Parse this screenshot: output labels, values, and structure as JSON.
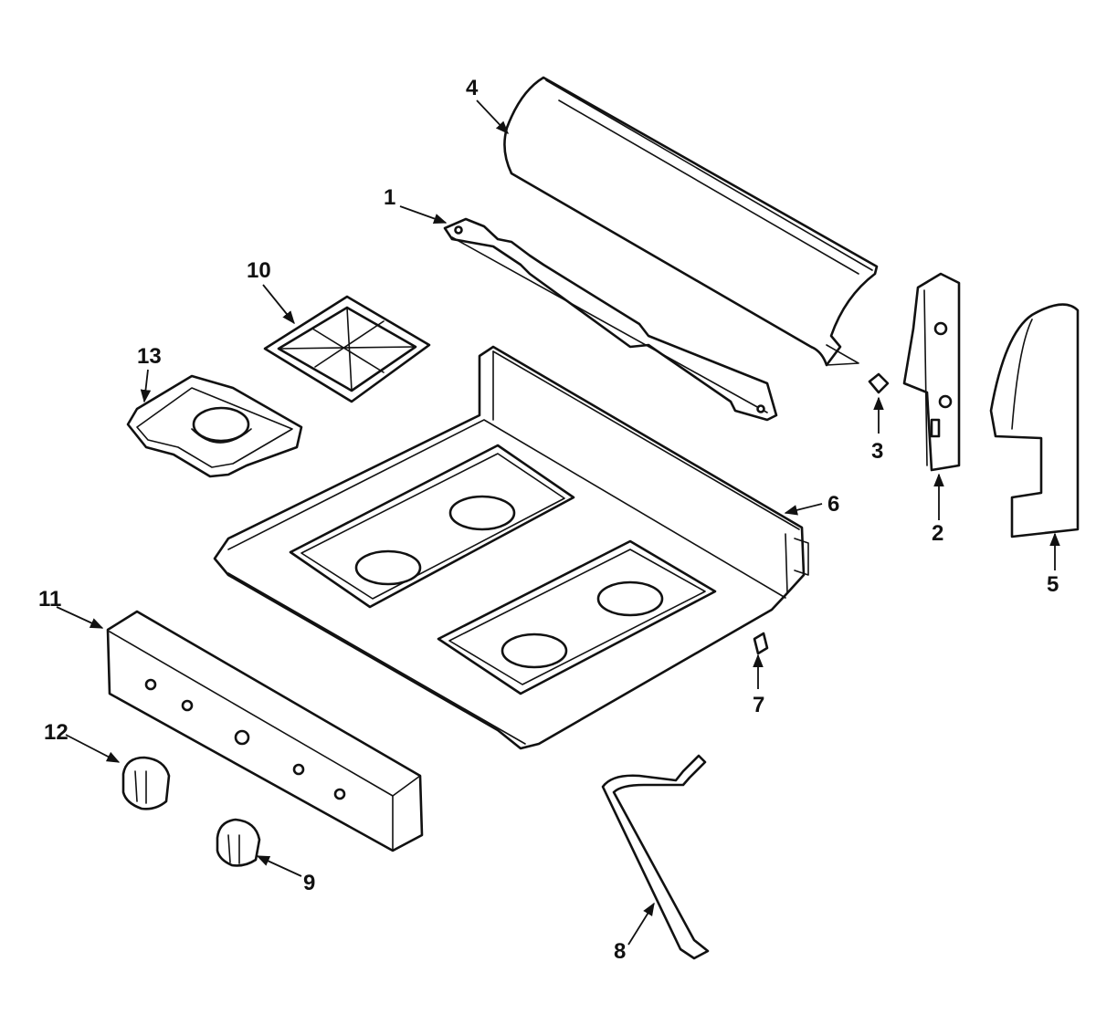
{
  "callouts": [
    {
      "id": "1",
      "part": "rear-support-bracket"
    },
    {
      "id": "2",
      "part": "side-trim-left"
    },
    {
      "id": "3",
      "part": "screw"
    },
    {
      "id": "4",
      "part": "backguard"
    },
    {
      "id": "5",
      "part": "side-panel"
    },
    {
      "id": "6",
      "part": "main-top"
    },
    {
      "id": "7",
      "part": "clip"
    },
    {
      "id": "8",
      "part": "support-rod"
    },
    {
      "id": "9",
      "part": "control-knob"
    },
    {
      "id": "10",
      "part": "burner-grate"
    },
    {
      "id": "11",
      "part": "control-panel"
    },
    {
      "id": "12",
      "part": "knob"
    },
    {
      "id": "13",
      "part": "burner-bowl"
    }
  ],
  "colors": {
    "line": "#111111",
    "background": "#ffffff"
  }
}
